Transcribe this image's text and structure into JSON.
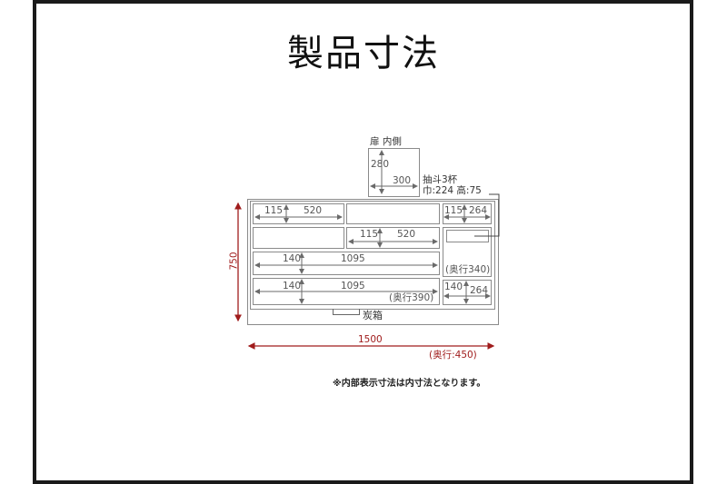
{
  "title": "製品寸法",
  "door": {
    "label": "扉 内側",
    "height": "280",
    "width": "300"
  },
  "drawer_callout": {
    "line1": "抽斗3杯",
    "line2": "巾:224  高:75"
  },
  "cells": {
    "r1_left": {
      "h": "115",
      "w": "520"
    },
    "r1_right": {
      "h": "115",
      "w": "264"
    },
    "r2_mid": {
      "h": "115",
      "w": "520"
    },
    "r3": {
      "h": "140",
      "w": "1095"
    },
    "r4": {
      "h": "140",
      "w": "1095",
      "depth": "(奥行390)"
    },
    "r4_right": {
      "h": "140",
      "w": "264"
    },
    "right_tall": {
      "depth": "(奥行340)"
    }
  },
  "charcoal_box": "炭箱",
  "overall": {
    "height": "750",
    "width": "1500",
    "depth": "(奥行:450)"
  },
  "footnote": "※内部表示寸法は内寸法となります。",
  "colors": {
    "frame": "#1a1a1a",
    "outline": "#8a8a8a",
    "dim_arrow": "#6a6a6a",
    "overall_arrow": "#a01c1c"
  }
}
